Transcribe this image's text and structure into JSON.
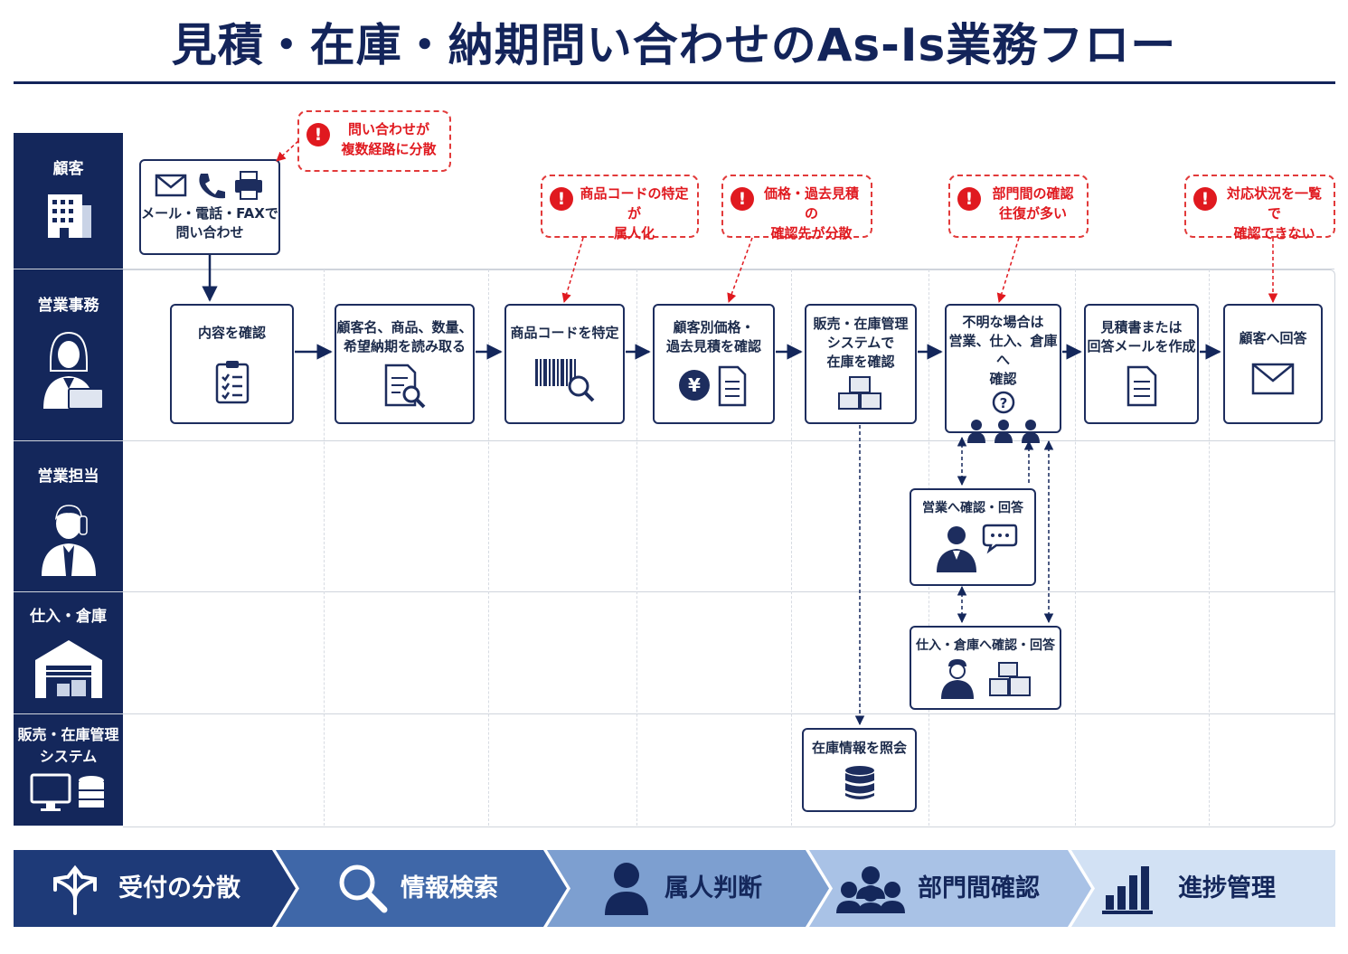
{
  "title": "見積・在庫・納期問い合わせのAs-Is業務フロー",
  "lanes": [
    {
      "label": "顧客",
      "icon": "building-icon"
    },
    {
      "label": "営業事務",
      "icon": "office-worker-icon"
    },
    {
      "label": "営業担当",
      "icon": "sales-rep-phone-icon"
    },
    {
      "label": "仕入・倉庫",
      "icon": "warehouse-icon"
    },
    {
      "label": "販売・在庫管理\nシステム",
      "icon": "computer-database-icon"
    }
  ],
  "steps": {
    "inquiry": "メール・電話・FAXで\n問い合わせ",
    "check_content": "内容を確認",
    "read_details": "顧客名、商品、数量、\n希望納期を読み取る",
    "identify_code": "商品コードを特定",
    "check_price": "顧客別価格・\n過去見積を確認",
    "check_stock": "販売・在庫管理\nシステムで\n在庫を確認",
    "ask_departments": "不明な場合は\n営業、仕入、倉庫へ\n確認",
    "create_quote": "見積書または\n回答メールを作成",
    "reply_customer": "顧客へ回答",
    "sales_confirm": "営業へ確認・回答",
    "warehouse_confirm": "仕入・倉庫へ確認・回答",
    "stock_query": "在庫情報を照会"
  },
  "issues": [
    {
      "text": "問い合わせが\n複数経路に分散"
    },
    {
      "text": "商品コードの特定が\n属人化"
    },
    {
      "text": "価格・過去見積の\n確認先が分散"
    },
    {
      "text": "部門間の確認\n往復が多い"
    },
    {
      "text": "対応状況を一覧で\n確認できない"
    }
  ],
  "issue_mark": "!",
  "categories": [
    {
      "label": "受付の分散",
      "icon": "split-arrows-icon"
    },
    {
      "label": "情報検索",
      "icon": "magnifier-icon"
    },
    {
      "label": "属人判断",
      "icon": "person-icon"
    },
    {
      "label": "部門間確認",
      "icon": "group-icon"
    },
    {
      "label": "進捗管理",
      "icon": "bar-chart-icon"
    }
  ],
  "colors": {
    "navy": "#14275b",
    "alert": "#e0191f",
    "cat_1": "#1e3a78",
    "cat_2": "#3f67a8",
    "cat_3": "#7d9fd0",
    "cat_4": "#a9c2e6",
    "cat_5": "#d2e1f4"
  }
}
